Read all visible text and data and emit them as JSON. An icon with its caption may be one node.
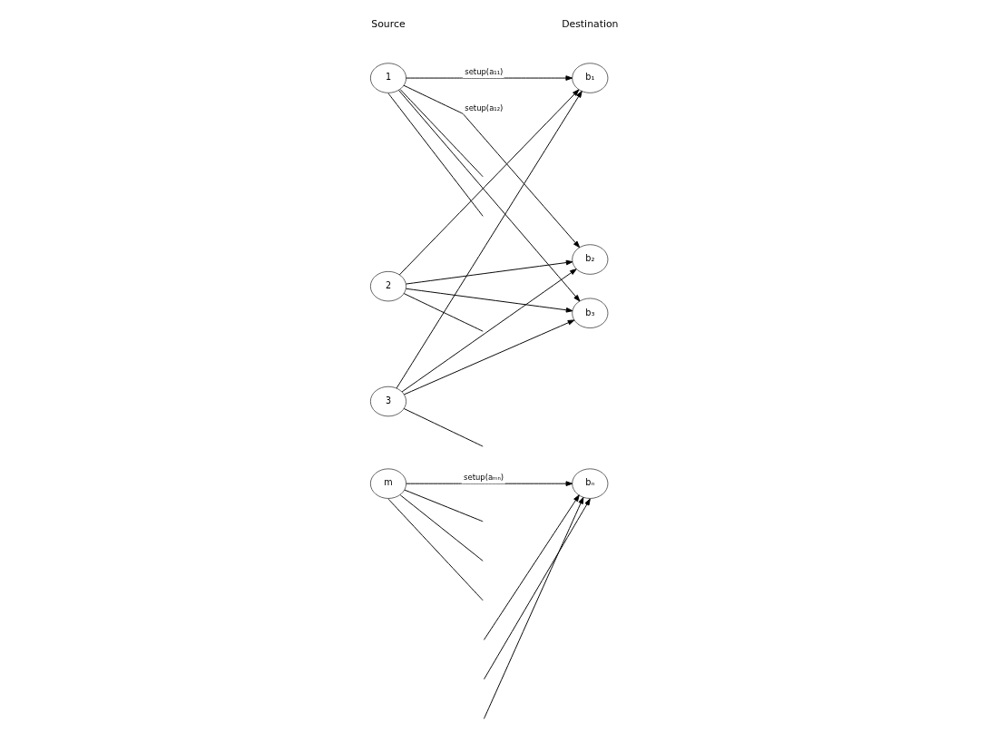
{
  "diagram": {
    "nodes": [
      {
        "text": [
          "1"
        ]
      },
      {
        "text": [
          "2"
        ]
      },
      {
        "text": [
          "3"
        ]
      },
      {
        "text": [
          "m"
        ]
      },
      {
        "text": [
          "b₁"
        ]
      },
      {
        "text": [
          "b₂"
        ]
      },
      {
        "text": [
          "b₃"
        ]
      },
      {
        "text": [
          "bₙ"
        ]
      }
    ],
    "edges": [
      {
        "from": 0,
        "to": 4,
        "arrow": "to",
        "label": "setup(a₁₁)"
      },
      {
        "from": 0,
        "to": 5,
        "arrow": "to",
        "label": "setup(a₁₂)"
      },
      {
        "from": 0,
        "to": 6,
        "arrow": "to"
      },
      {
        "from": 0,
        "to": null,
        "arrow": "none"
      },
      {
        "from": 0,
        "to": null,
        "arrow": "none"
      },
      {
        "from": 1,
        "to": 4,
        "arrow": "to"
      },
      {
        "from": 1,
        "to": 5,
        "arrow": "to"
      },
      {
        "from": 1,
        "to": 6,
        "arrow": "to"
      },
      {
        "from": 1,
        "to": null,
        "arrow": "none"
      },
      {
        "from": 2,
        "to": 4,
        "arrow": "to"
      },
      {
        "from": 2,
        "to": 5,
        "arrow": "to"
      },
      {
        "from": 2,
        "to": 6,
        "arrow": "to"
      },
      {
        "from": 2,
        "to": null,
        "arrow": "none"
      },
      {
        "from": 3,
        "to": null,
        "arrow": "none"
      },
      {
        "from": 3,
        "to": null,
        "arrow": "none"
      },
      {
        "from": 3,
        "to": null,
        "arrow": "none"
      },
      {
        "from": 3,
        "to": 7,
        "arrow": "to",
        "label": "setup(aₘₙ)"
      },
      {
        "from": null,
        "to": 7,
        "arrow": "to"
      },
      {
        "from": null,
        "to": 7,
        "arrow": "to"
      },
      {
        "from": null,
        "to": 7,
        "arrow": "to"
      }
    ],
    "labels": [
      "Source",
      "Destination"
    ]
  }
}
